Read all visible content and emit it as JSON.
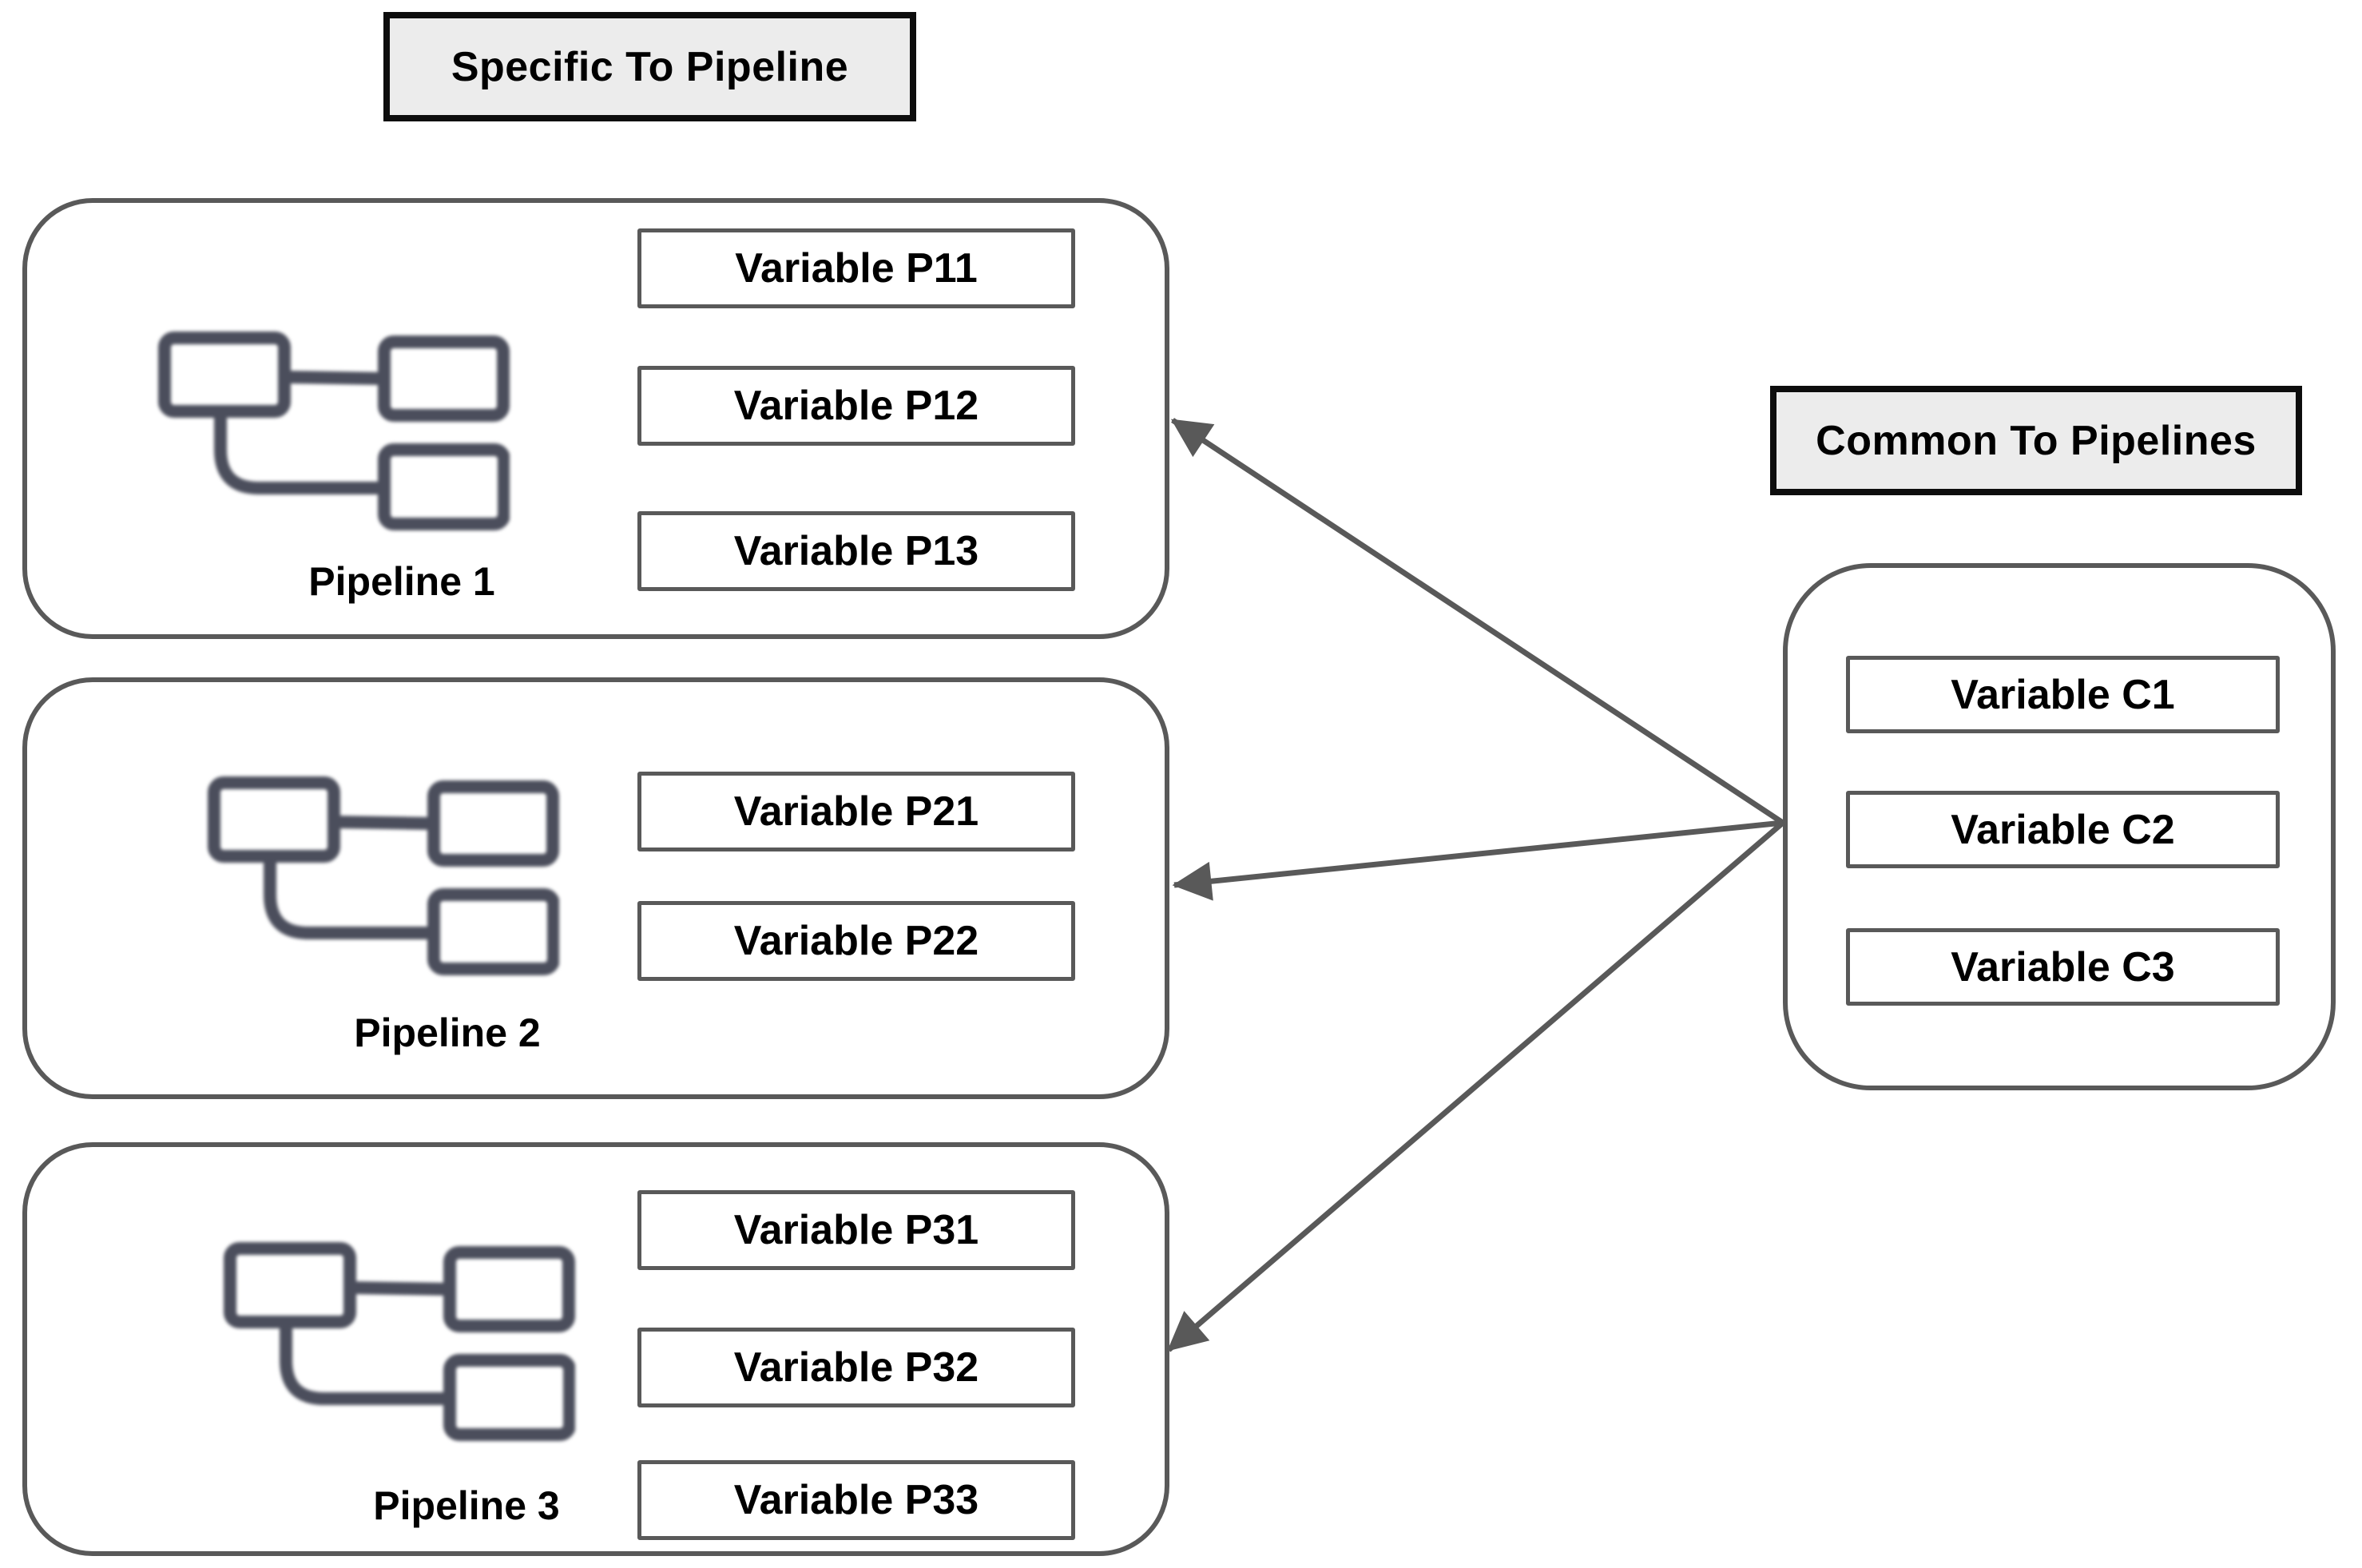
{
  "labels": {
    "specific": "Specific To Pipeline",
    "common": "Common To Pipelines"
  },
  "pipelines": [
    {
      "name": "Pipeline 1",
      "variables": [
        "Variable P11",
        "Variable P12",
        "Variable P13"
      ]
    },
    {
      "name": "Pipeline 2",
      "variables": [
        "Variable P21",
        "Variable P22"
      ]
    },
    {
      "name": "Pipeline 3",
      "variables": [
        "Variable P31",
        "Variable P32",
        "Variable P33"
      ]
    }
  ],
  "common_box": {
    "variables": [
      "Variable C1",
      "Variable C2",
      "Variable C3"
    ]
  },
  "icons": {
    "pipeline": "pipeline-flow-icon"
  },
  "arrows": {
    "count": 3,
    "direction": "from common box to each pipeline box"
  },
  "colors": {
    "outline_grey": "#595959",
    "icon_slate": "#4b4e5c",
    "label_fill": "#ececec",
    "label_border": "#0d0d0d",
    "text": "#000000",
    "background": "#ffffff"
  }
}
